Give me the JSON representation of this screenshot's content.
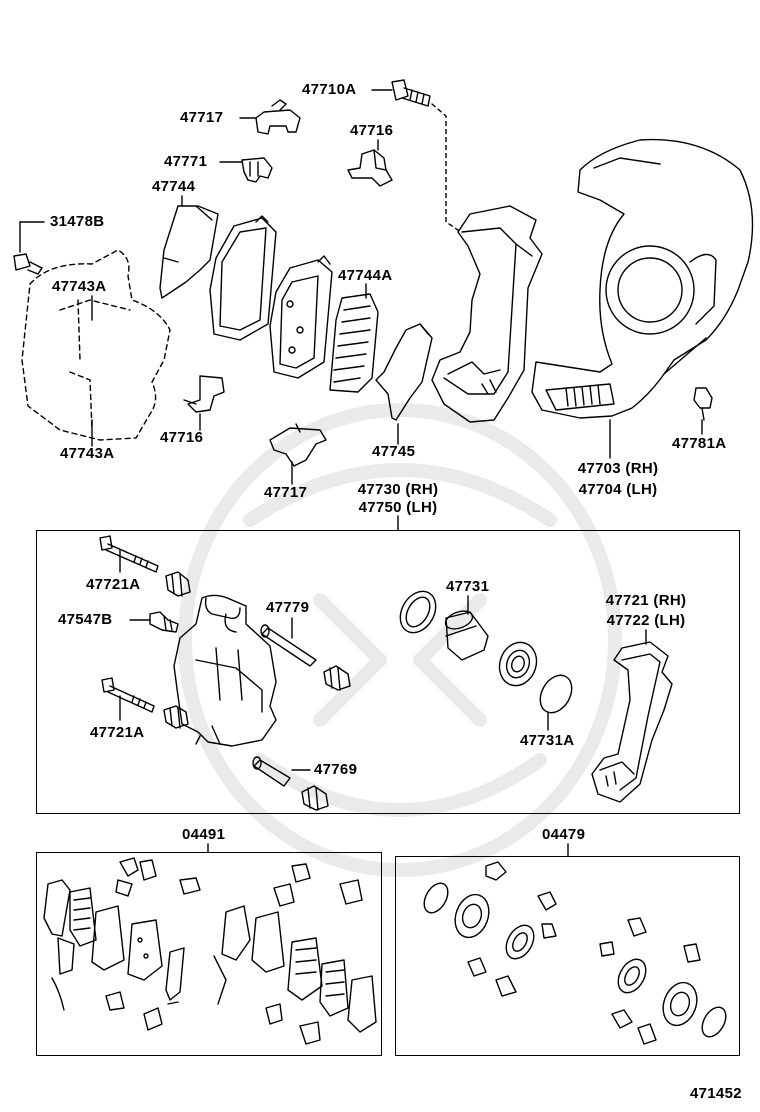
{
  "labels": {
    "p47710A": "47710A",
    "p47717a": "47717",
    "p47716a": "47716",
    "p47771": "47771",
    "p47744": "47744",
    "p31478B": "31478B",
    "p47743A_top": "47743A",
    "p47743A_bot": "47743A",
    "p47744A": "47744A",
    "p47716b": "47716",
    "p47745": "47745",
    "p47717b": "47717",
    "p47703": "47703 (RH)",
    "p47704": "47704 (LH)",
    "p47781A": "47781A",
    "p47730": "47730 (RH)",
    "p47750": "47750 (LH)",
    "p47721A_top": "47721A",
    "p47547B": "47547B",
    "p47779": "47779",
    "p47731": "47731",
    "p47721": "47721 (RH)",
    "p47722": "47722 (LH)",
    "p47721A_bot": "47721A",
    "p47731A": "47731A",
    "p47769": "47769",
    "k04491": "04491",
    "k04479": "04479",
    "fig": "471452"
  }
}
